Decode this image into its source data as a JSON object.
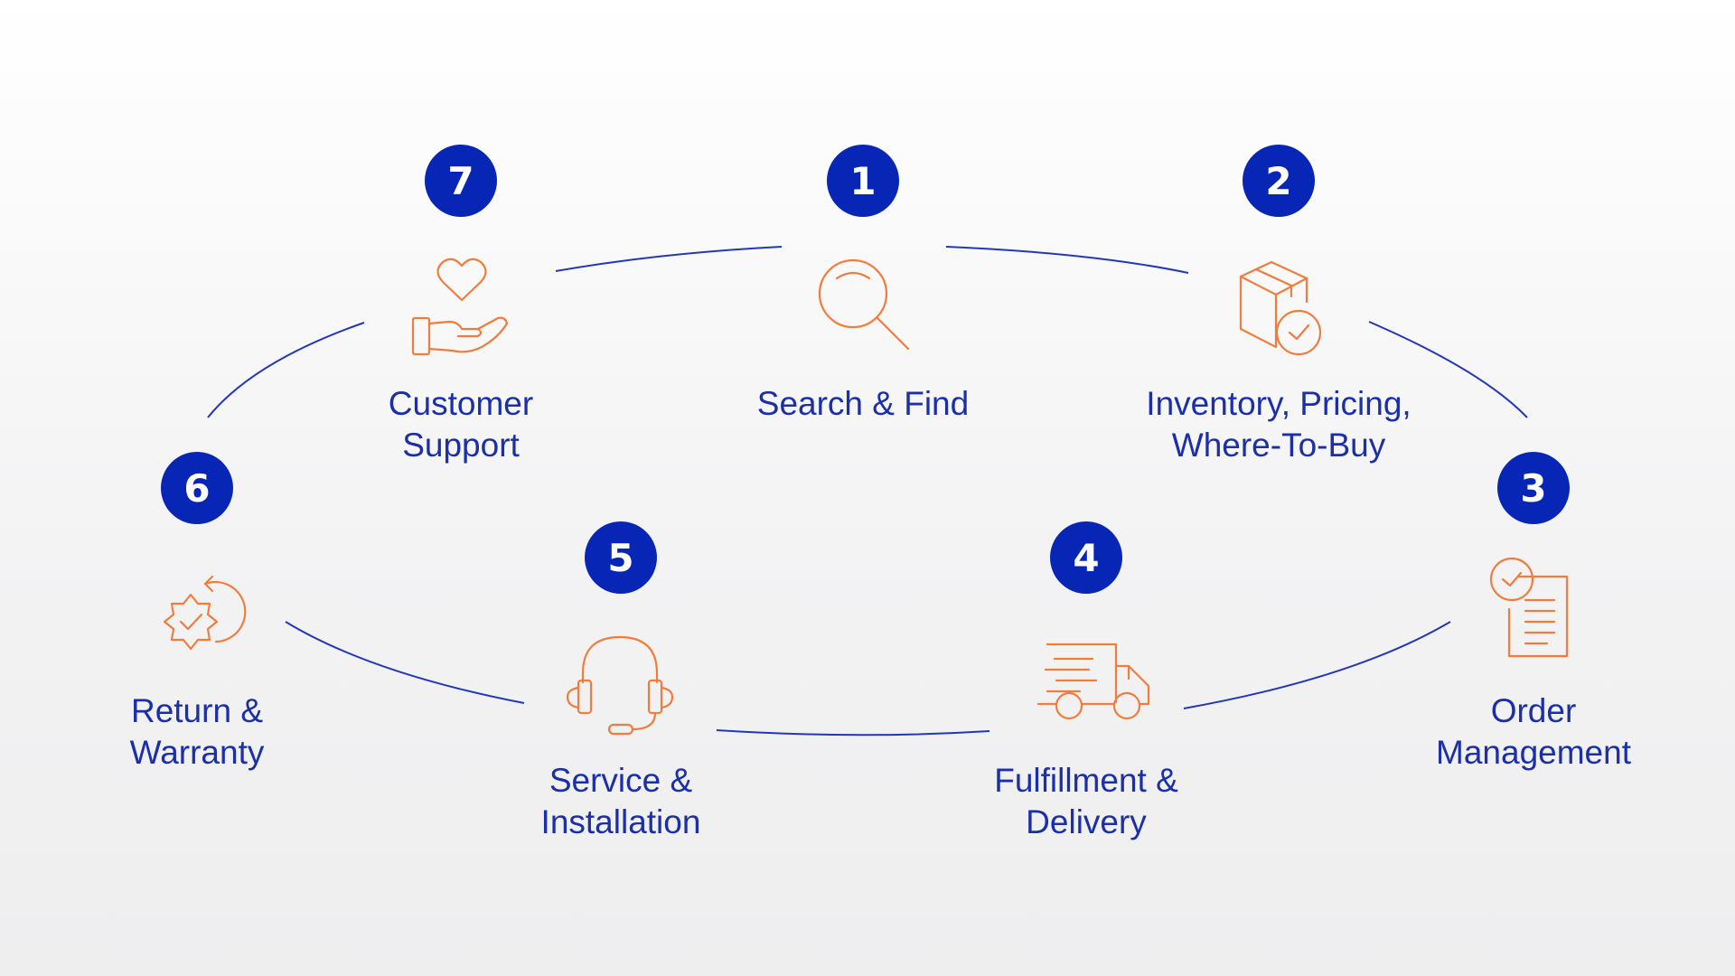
{
  "diagram": {
    "accent_color": "#0726b5",
    "line_color": "#2438b5",
    "icon_color": "#f07d3e",
    "label_color": "#1b2fa8",
    "steps": [
      {
        "number": "1",
        "line1": "Search & Find",
        "line2": "",
        "icon": "search-icon"
      },
      {
        "number": "2",
        "line1": "Inventory, Pricing,",
        "line2": "Where-To-Buy",
        "icon": "box-check-icon"
      },
      {
        "number": "3",
        "line1": "Order",
        "line2": "Management",
        "icon": "order-document-icon"
      },
      {
        "number": "4",
        "line1": "Fulfillment &",
        "line2": "Delivery",
        "icon": "delivery-truck-icon"
      },
      {
        "number": "5",
        "line1": "Service &",
        "line2": "Installation",
        "icon": "headset-icon"
      },
      {
        "number": "6",
        "line1": "Return &",
        "line2": "Warranty",
        "icon": "return-badge-icon"
      },
      {
        "number": "7",
        "line1": "Customer",
        "line2": "Support",
        "icon": "hand-heart-icon"
      }
    ]
  }
}
